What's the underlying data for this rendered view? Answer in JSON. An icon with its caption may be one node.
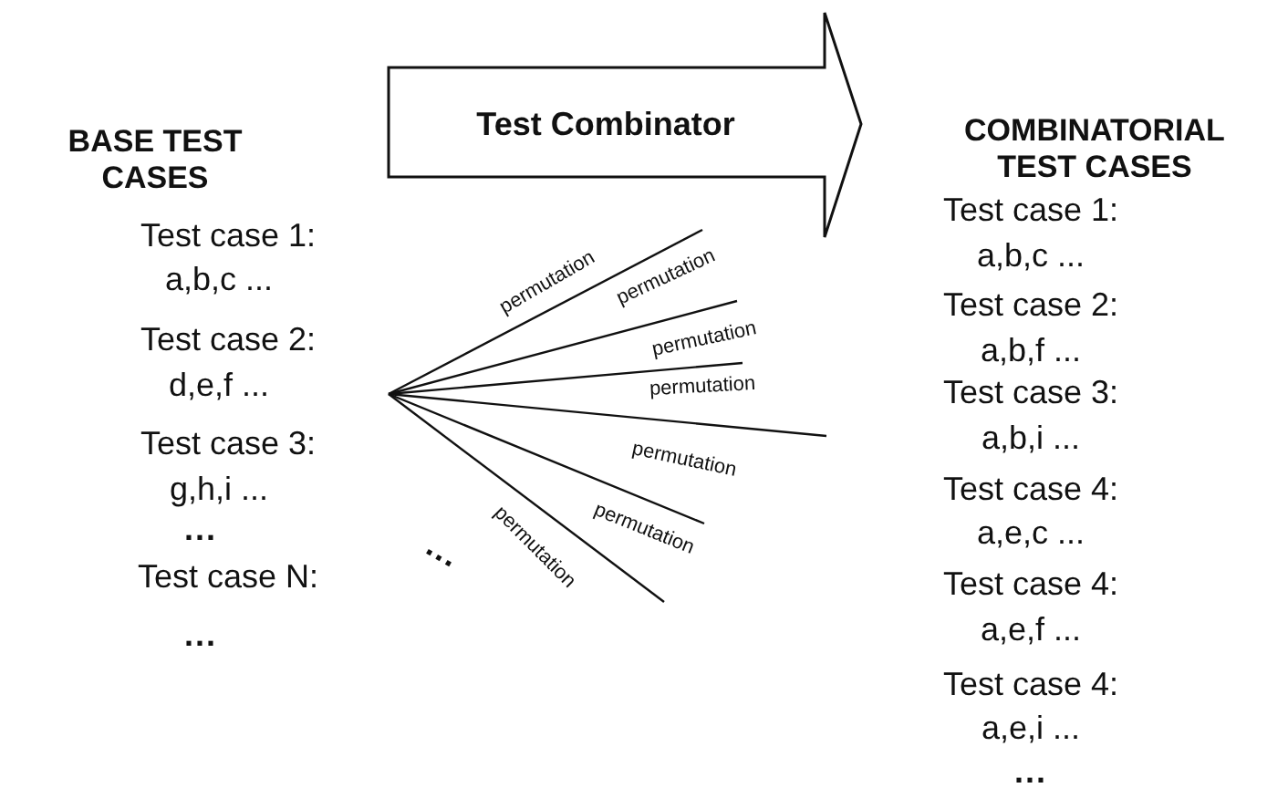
{
  "diagram": {
    "nodes": [
      {
        "text": [
          "Test Combinator"
        ]
      }
    ],
    "edges": [],
    "labels": [
      "BASE TEST CASES",
      "COMBINATORIAL TEST CASES",
      "Test case 1:",
      "a,b,c ...",
      "Test case 2:",
      "d,e,f ...",
      "Test case 3:",
      "g,h,i ...",
      "...",
      "Test case N:",
      "...",
      "permutation",
      "permutation",
      "permutation",
      "permutation",
      "permutation",
      "permutation",
      "permutation",
      "...",
      "Test case 1:",
      "a,b,c ...",
      "Test case 2:",
      "a,b,f ...",
      "Test case 3:",
      "a,b,i ...",
      "Test case 4:",
      "a,e,c ...",
      "Test case 4:",
      "a,e,f ...",
      "Test case 4:",
      "a,e,i ...",
      "..."
    ]
  }
}
